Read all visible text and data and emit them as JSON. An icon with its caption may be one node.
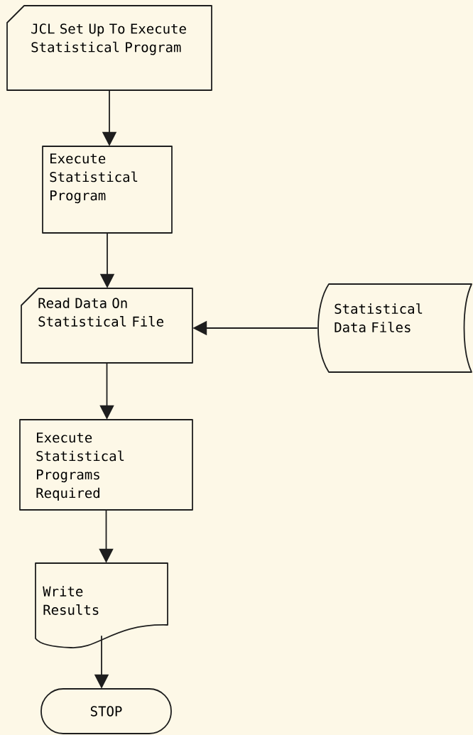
{
  "diagram": {
    "nodes": [
      {
        "text": [
          "JCL Set Up To Execute Statistical Program"
        ]
      },
      {
        "text": [
          "Execute Statistical Program"
        ]
      },
      {
        "text": [
          "Read Data On Statistical File"
        ]
      },
      {
        "text": [
          "Statistical Data Files"
        ]
      },
      {
        "text": [
          "Execute Statistical Programs Required"
        ]
      },
      {
        "text": [
          "Write Results"
        ]
      },
      {
        "text": [
          "STOP"
        ]
      }
    ],
    "edges": [
      {
        "from": 0,
        "to": 1,
        "arrow": "to"
      },
      {
        "from": 1,
        "to": 2,
        "arrow": "to"
      },
      {
        "from": 3,
        "to": 2,
        "arrow": "to"
      },
      {
        "from": 2,
        "to": 4,
        "arrow": "to"
      },
      {
        "from": 4,
        "to": 5,
        "arrow": "to"
      },
      {
        "from": 5,
        "to": 6,
        "arrow": "to"
      }
    ]
  }
}
